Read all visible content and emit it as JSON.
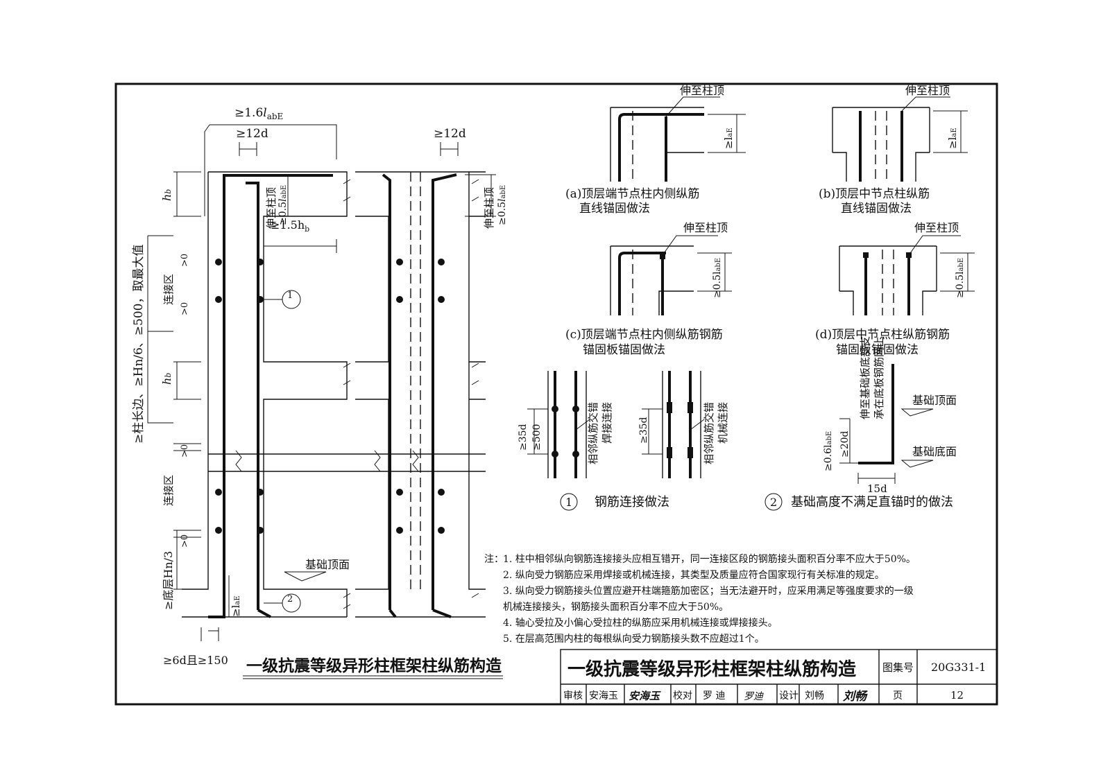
{
  "drawing": {
    "main_title": "一级抗震等级异形柱框架柱纵筋构造",
    "elevation": {
      "dims": {
        "top_overlap": "≥1.6",
        "top_overlap_sub": "abE",
        "bend_left": "≥12d",
        "bend_right": "≥12d",
        "to_top_left": "伸至柱顶",
        "half_labe_left": "≥0.5",
        "half_labe_sub": "abE",
        "to_top_right": "伸至柱顶",
        "half_labe_right": "≥0.5",
        "hb_len": "≥1.5h",
        "hb_len_sub": "b",
        "hb_top": "h",
        "hb_mid": "h",
        "hb_sub": "b",
        "gt0_1": ">0",
        "gt0_2": ">0",
        "gt0_3": ">0",
        "gt0_4": ">0",
        "zone_top": "连接区",
        "zone_bottom": "连接区",
        "long_rule": "≥柱长边、≥Hn/6、≥500，取最大值",
        "bottom_rule": "≥底层Hn/3",
        "found_top": "基础顶面",
        "lae_bottom": "≥l",
        "lae_sub": "aE",
        "foot": "≥6d且≥150"
      },
      "callout_1_num": "1",
      "callout_2_num": "2"
    },
    "details": {
      "a_top": "伸至柱顶",
      "a_dim": "≥l",
      "a_dim_sub": "aE",
      "a_line1": "(a)顶层端节点柱内侧纵筋",
      "a_line2": "直线锚固做法",
      "b_top": "伸至柱顶",
      "b_dim": "≥l",
      "b_dim_sub": "aE",
      "b_line1": "(b)顶层中节点柱纵筋",
      "b_line2": "直线锚固做法",
      "c_top": "伸至柱顶",
      "c_dim": "≥0.5l",
      "c_dim_sub": "abE",
      "c_line1": "(c)顶层端节点柱内侧纵筋钢筋",
      "c_line2": "锚固板锚固做法",
      "d_top": "伸至柱顶",
      "d_dim": "≥0.5l",
      "d_dim_sub": "abE",
      "d_line1": "(d)顶层中节点柱纵筋钢筋",
      "d_line2": "锚固板锚固做法"
    },
    "splice": {
      "num": "1",
      "title": "钢筋连接做法",
      "weld_dim1": "≥35d",
      "weld_dim2": "≥500",
      "weld_label1": "相邻纵筋交错",
      "weld_label2": "焊接连接",
      "mech_dim": "≥35d",
      "mech_label1": "相邻纵筋交错",
      "mech_label2": "机械连接"
    },
    "foundation": {
      "num": "2",
      "title": "基础高度不满足直锚时的做法",
      "label1": "伸至基础板底部支",
      "label2": "承在底板钢筋网上",
      "top": "基础顶面",
      "bottom": "基础底面",
      "dim1": "≥0.6l",
      "dim1_sub": "abE",
      "dim2": "≥20d",
      "dim3": "15d"
    },
    "notes": {
      "label": "注：",
      "items": [
        "1.  柱中相邻纵向钢筋连接接头应相互错开，同一连接区段的钢筋接头面积百分率不应大于50%。",
        "2.  纵向受力钢筋应采用焊接或机械连接，其类型及质量应符合国家现行有关标准的规定。",
        "3.  纵向受力钢筋接头位置应避开柱端箍筋加密区；当无法避开时，应采用满足等强度要求的一级",
        "     机械连接接头，钢筋接头面积百分率不应大于50%。",
        "4.  轴心受拉及小偏心受拉柱的纵筋应采用机械连接或焊接接头。",
        "5.  在层高范围内柱的每根纵向受力钢筋接头数不应超过1个。"
      ]
    },
    "title_block": {
      "title": "一级抗震等级异形柱框架柱纵筋构造",
      "atlas_label": "图集号",
      "atlas_no": "20G331-1",
      "review_label": "审核",
      "review_name": "安海玉",
      "review_sign": "安海玉",
      "check_label": "校对",
      "check_name": "罗 迪",
      "check_sign": "罗迪",
      "design_label": "设计",
      "design_name": "刘畅",
      "design_sign": "刘畅",
      "page_label": "页",
      "page_no": "12"
    }
  }
}
